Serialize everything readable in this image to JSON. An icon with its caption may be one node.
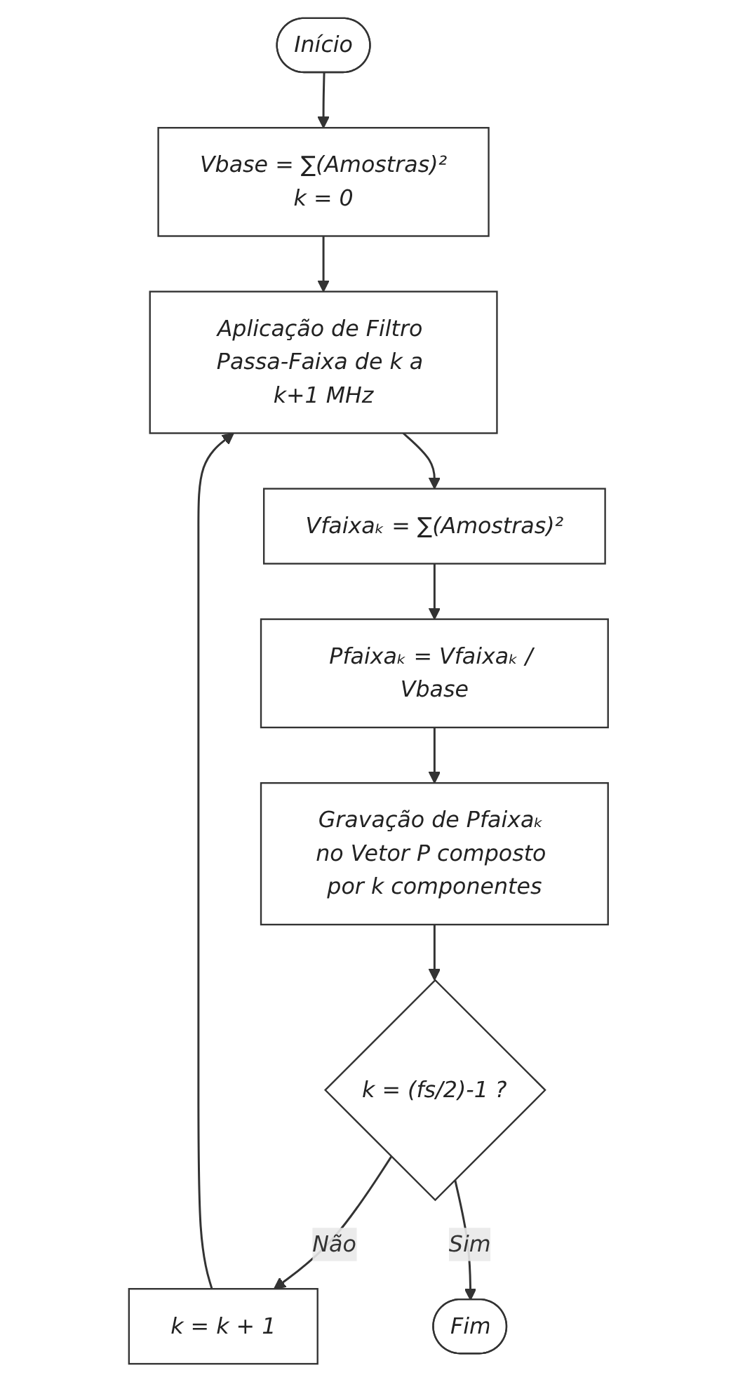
{
  "diagram": {
    "nodes": [
      {
        "text": [
          "Início"
        ]
      },
      {
        "text": [
          "Vbase = ∑(Amostras)²",
          "k = 0"
        ]
      },
      {
        "text": [
          "Aplicação de Filtro Passa-Faixa de k a k+1 MHz"
        ]
      },
      {
        "text": [
          "Vfaixaₖ = ∑(Amostras)²"
        ]
      },
      {
        "text": [
          "Pfaixaₖ = Vfaixaₖ / Vbase"
        ]
      },
      {
        "text": [
          "Gravação de Pfaixaₖ no Vetor P composto por k componentes"
        ]
      },
      {
        "text": [
          "k = (fs/2)-1 ?"
        ]
      },
      {
        "text": [
          "k = k + 1"
        ]
      },
      {
        "text": [
          "Fim"
        ]
      }
    ],
    "edges": [
      {
        "from": 0,
        "to": 1,
        "arrow": "to"
      },
      {
        "from": 1,
        "to": 2,
        "arrow": "to"
      },
      {
        "from": 2,
        "to": 3,
        "arrow": "to"
      },
      {
        "from": 3,
        "to": 4,
        "arrow": "to"
      },
      {
        "from": 4,
        "to": 5,
        "arrow": "to"
      },
      {
        "from": 5,
        "to": 6,
        "arrow": "to"
      },
      {
        "from": 6,
        "to": 7,
        "label": "Não",
        "arrow": "to"
      },
      {
        "from": 7,
        "to": 2,
        "arrow": "to"
      },
      {
        "from": 6,
        "to": 8,
        "label": "Sim",
        "arrow": "to"
      }
    ]
  }
}
